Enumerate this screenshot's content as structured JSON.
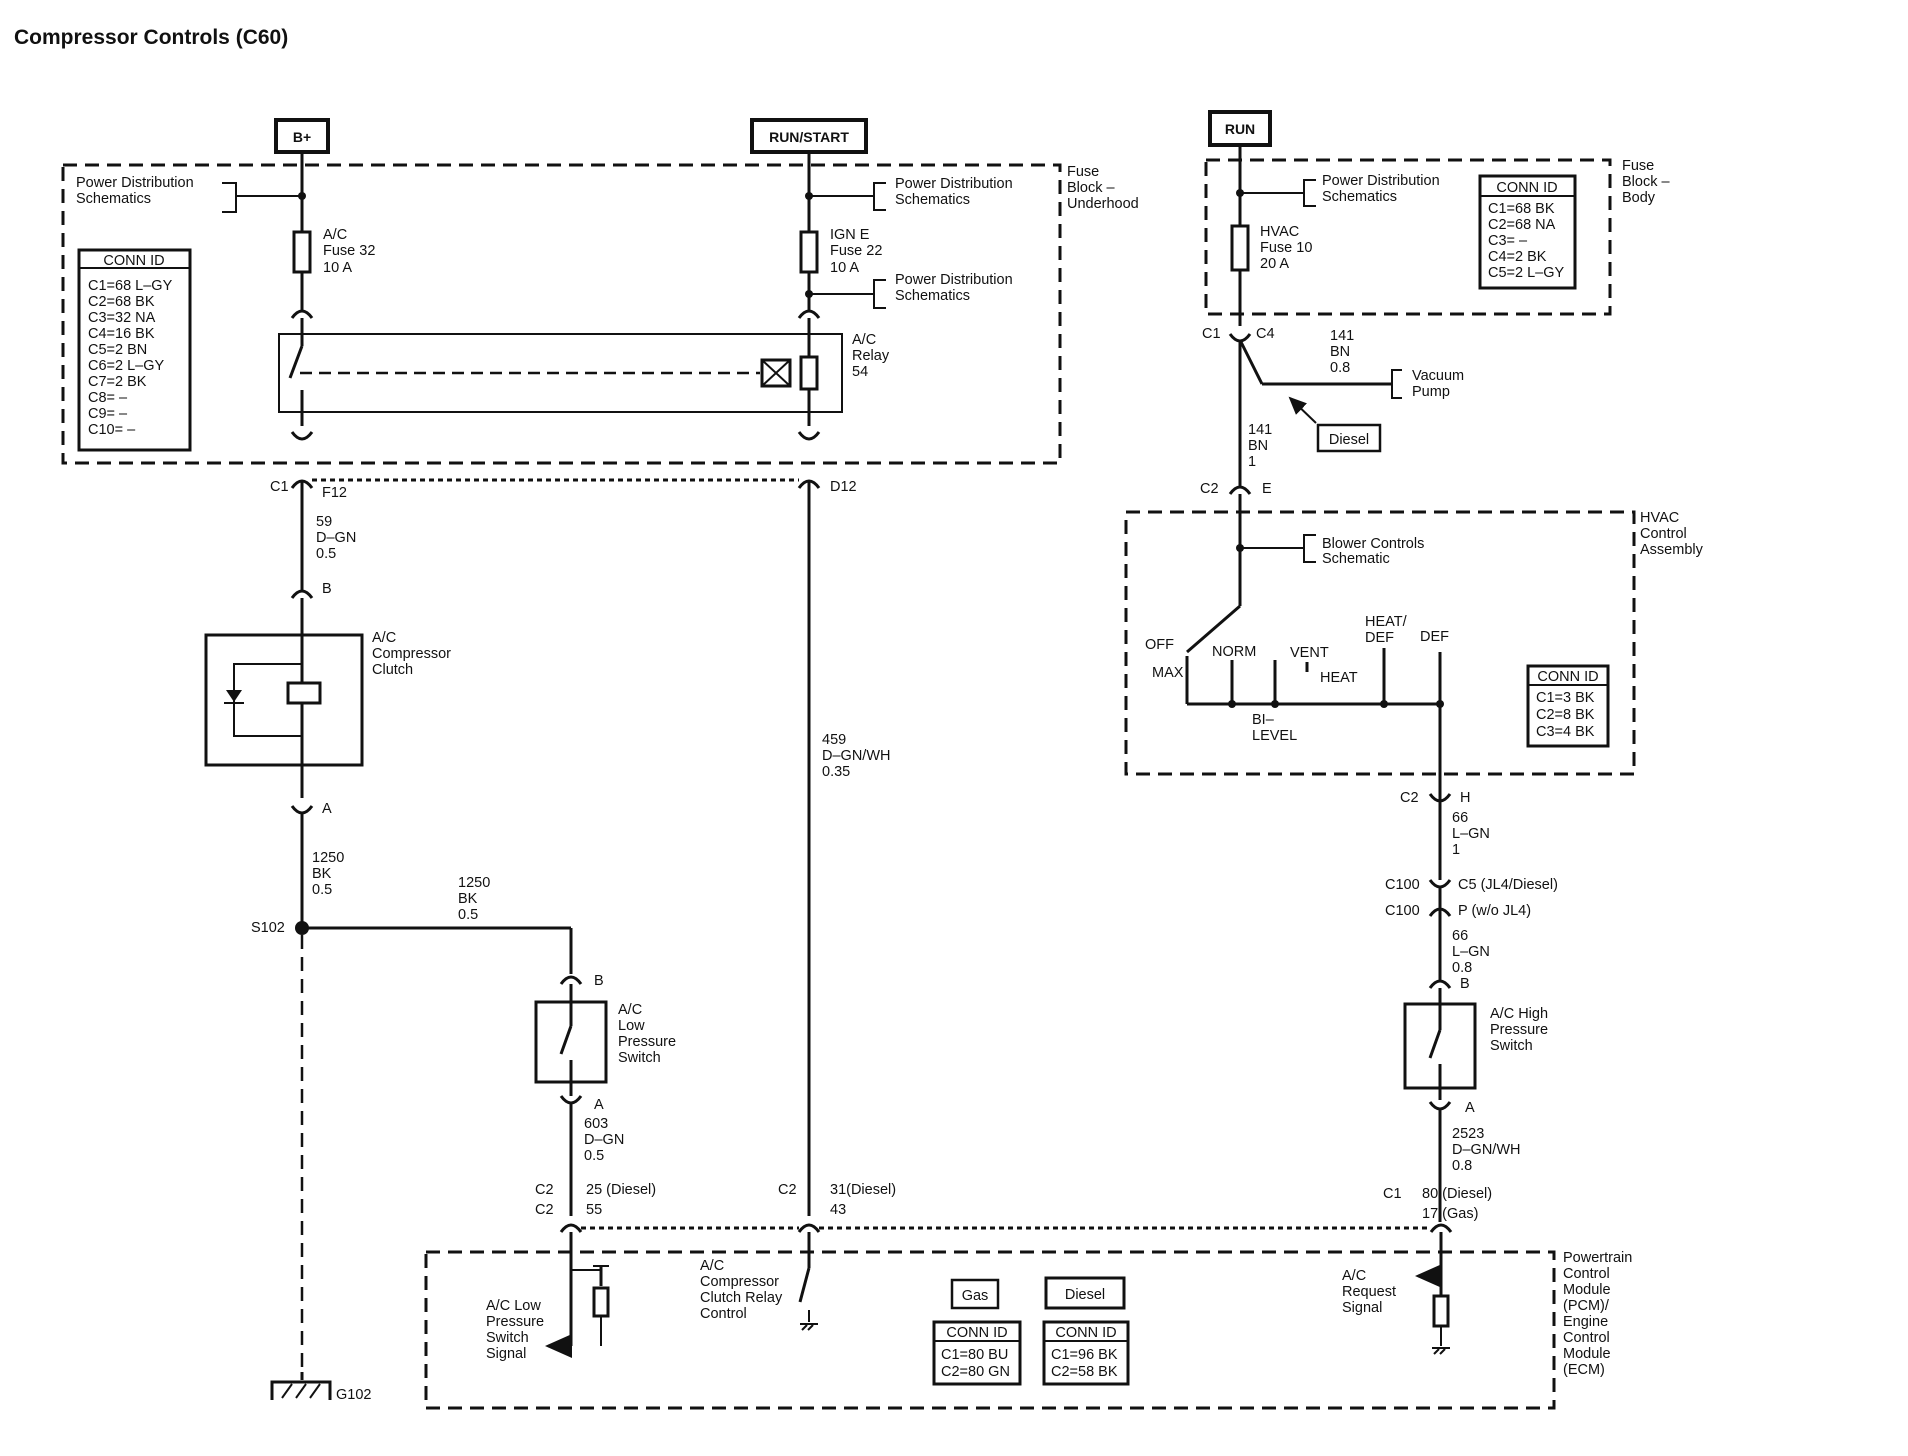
{
  "title": "Compressor Controls (C60)",
  "power": {
    "bplus": "B+",
    "runstart": "RUN/START",
    "run": "RUN"
  },
  "fuse_block_underhood": {
    "label": [
      "Fuse",
      "Block –",
      "Underhood"
    ],
    "pds_left": [
      "Power Distribution",
      "Schematics"
    ],
    "pds_mid": [
      "Power Distribution",
      "Schematics"
    ],
    "pds_mid2": [
      "Power Distribution",
      "Schematics"
    ],
    "fuse32": [
      "A/C",
      "Fuse 32",
      "10 A"
    ],
    "fuse22": [
      "IGN E",
      "Fuse 22",
      "10 A"
    ],
    "relay": [
      "A/C",
      "Relay",
      "54"
    ],
    "conn_id": {
      "title": "CONN ID",
      "rows": [
        "C1=68 L–GY",
        "C2=68 BK",
        "C3=32 NA",
        "C4=16 BK",
        "C5=2 BN",
        "C6=2 L–GY",
        "C7=2 BK",
        "C8= –",
        "C9= –",
        "C10= –"
      ]
    }
  },
  "fuse_block_body": {
    "label": [
      "Fuse",
      "Block –",
      "Body"
    ],
    "pds": [
      "Power Distribution",
      "Schematics"
    ],
    "fuse10": [
      "HVAC",
      "Fuse 10",
      "20 A"
    ],
    "conn_id": {
      "title": "CONN ID",
      "rows": [
        "C1=68 BK",
        "C2=68 NA",
        "C3= –",
        "C4=2 BK",
        "C5=2 L–GY"
      ]
    }
  },
  "connectors": {
    "c1": "C1",
    "f12": "F12",
    "d12": "D12",
    "b": "B",
    "a": "A",
    "c1_body": "C1",
    "c4_body": "C4",
    "c2e_c2": "C2",
    "c2e_e": "E",
    "c2h_c2": "C2",
    "c2h_h": "H",
    "c100a": "C100",
    "c5": "C5 (JL4/Diesel)",
    "c100b": "C100",
    "p": "P (w/o JL4)",
    "hb": "B",
    "ha": "A",
    "lb": "B",
    "la": "A",
    "c2_left1": "C2",
    "c2_left2": "C2",
    "c2_mid": "C2",
    "c1_right": "C1"
  },
  "wires": {
    "w59": [
      "59",
      "D–GN",
      "0.5"
    ],
    "w1250a": [
      "1250",
      "BK",
      "0.5"
    ],
    "w1250b": [
      "1250",
      "BK",
      "0.5"
    ],
    "w459": [
      "459",
      "D–GN/WH",
      "0.35"
    ],
    "w603": [
      "603",
      "D–GN",
      "0.5"
    ],
    "w141a": [
      "141",
      "BN",
      "0.8"
    ],
    "w141b": [
      "141",
      "BN",
      "1"
    ],
    "w66a": [
      "66",
      "L–GN",
      "1"
    ],
    "w66b": [
      "66",
      "L–GN",
      "0.8"
    ],
    "w2523": [
      "2523",
      "D–GN/WH",
      "0.8"
    ]
  },
  "components": {
    "clutch": [
      "A/C",
      "Compressor",
      "Clutch"
    ],
    "low_switch": [
      "A/C",
      "Low",
      "Pressure",
      "Switch"
    ],
    "high_switch": [
      "A/C High",
      "Pressure",
      "Switch"
    ],
    "vacuum_pump": [
      "Vacuum",
      "Pump"
    ],
    "diesel_tag": "Diesel",
    "splice": "S102",
    "ground": "G102"
  },
  "hvac": {
    "label": [
      "HVAC",
      "Control",
      "Assembly"
    ],
    "blower": [
      "Blower Controls",
      "Schematic"
    ],
    "positions": {
      "off": "OFF",
      "max": "MAX",
      "norm": "NORM",
      "bi": "BI–",
      "level": "LEVEL",
      "vent": "VENT",
      "heat": "HEAT",
      "heatdef1": "HEAT/",
      "heatdef2": "DEF",
      "def": "DEF"
    },
    "conn_id": {
      "title": "CONN ID",
      "rows": [
        "C1=3 BK",
        "C2=8 BK",
        "C3=4 BK"
      ]
    }
  },
  "pins": {
    "p25": "25 (Diesel)",
    "p55": "55",
    "p31": "31(Diesel)",
    "p43": "43",
    "p80": "80 (Diesel)",
    "p17": "17 (Gas)"
  },
  "pcm": {
    "label": [
      "Powertrain",
      "Control",
      "Module",
      "(PCM)/",
      "Engine",
      "Control",
      "Module",
      "(ECM)"
    ],
    "low_signal": [
      "A/C Low",
      "Pressure",
      "Switch",
      "Signal"
    ],
    "relay_control": [
      "A/C",
      "Compressor",
      "Clutch Relay",
      "Control"
    ],
    "request": [
      "A/C",
      "Request",
      "Signal"
    ],
    "gas": "Gas",
    "diesel": "Diesel",
    "gas_conn": {
      "title": "CONN ID",
      "rows": [
        "C1=80 BU",
        "C2=80 GN"
      ]
    },
    "diesel_conn": {
      "title": "CONN ID",
      "rows": [
        "C1=96 BK",
        "C2=58 BK"
      ]
    }
  }
}
